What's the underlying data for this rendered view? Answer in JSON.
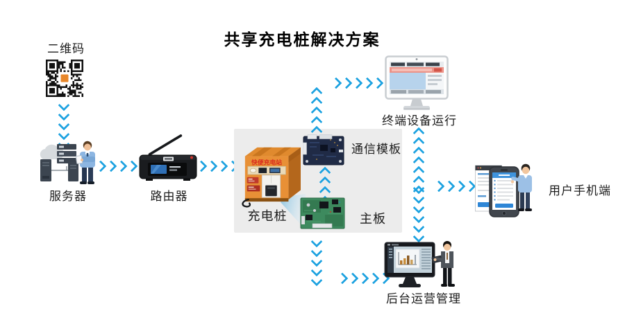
{
  "title": "共享充电桩解决方案",
  "nodes": {
    "qrcode": {
      "label": "二维码"
    },
    "server": {
      "label": "服务器"
    },
    "router": {
      "label": "路由器"
    },
    "charging_pile": {
      "label": "充电桩",
      "sign_text": "快便充电站"
    },
    "comm_board": {
      "label": "通信模板"
    },
    "mainboard": {
      "label": "主板"
    },
    "terminal_device": {
      "label": "终端设备运行"
    },
    "user_mobile": {
      "label": "用户手机端"
    },
    "backend": {
      "label": "后台运营管理"
    }
  },
  "colors": {
    "arrow": "#1da2e0",
    "panel_background": "#ececec",
    "pile_orange": "#e8872a",
    "title_text": "#000000"
  }
}
